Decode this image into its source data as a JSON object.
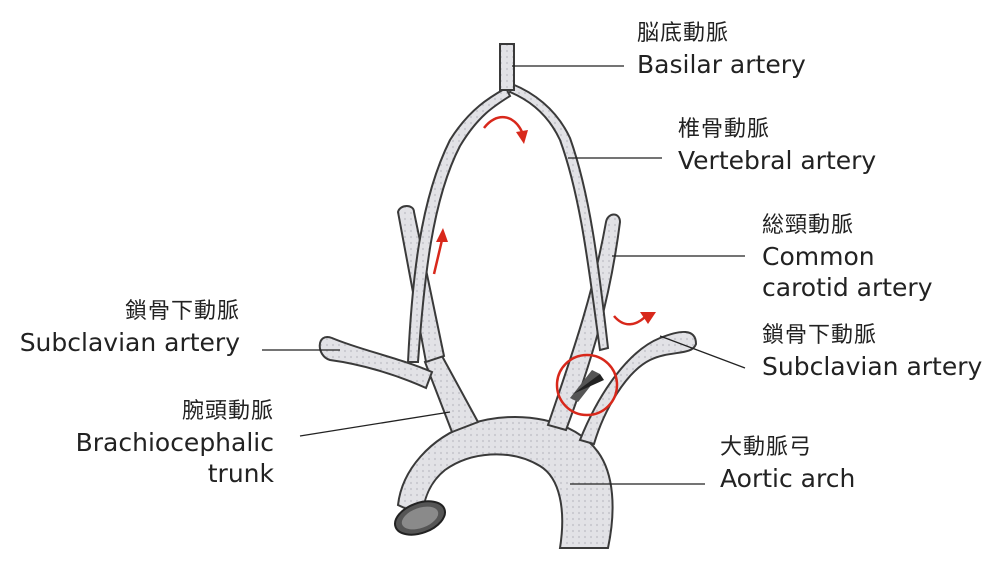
{
  "labels": {
    "basilar": {
      "ja": "脳底動脈",
      "en": "Basilar artery"
    },
    "vertebral": {
      "ja": "椎骨動脈",
      "en": "Vertebral artery"
    },
    "common_carotid": {
      "ja": "総頸動脈",
      "en1": "Common",
      "en2": "carotid artery"
    },
    "subclavian_left": {
      "ja": "鎖骨下動脈",
      "en": "Subclavian artery"
    },
    "subclavian_right": {
      "ja": "鎖骨下動脈",
      "en": "Subclavian artery"
    },
    "brachiocephalic": {
      "ja": "腕頭動脈",
      "en1": "Brachiocephalic",
      "en2": "trunk"
    },
    "aortic_arch": {
      "ja": "大動脈弓",
      "en": "Aortic arch"
    }
  },
  "colors": {
    "vessel_fill": "#d9d9de",
    "vessel_outline": "#3a3a3a",
    "flow_arrow": "#d8281b",
    "stenosis_circle": "#d8281b",
    "leader_line": "#222222"
  }
}
